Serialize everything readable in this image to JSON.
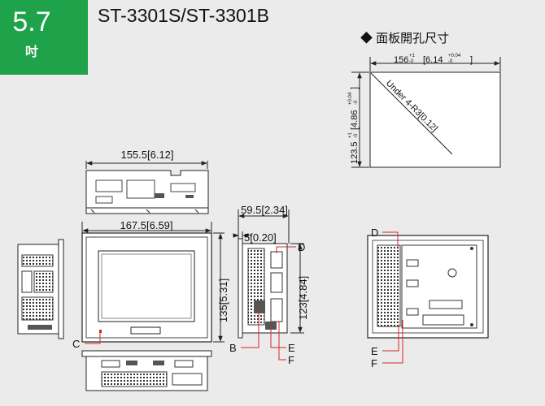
{
  "header": {
    "badge_size": "5.7",
    "badge_unit": "吋",
    "model": "ST-3301S/ST-3301B",
    "cutout_title": "◆ 面板開孔尺寸"
  },
  "dimensions": {
    "top_width": "155.5[6.12]",
    "front_width": "167.5[6.59]",
    "front_height": "135[5.31]",
    "side_depth": "59.5[2.34]",
    "side_thickness": "5[0.20]",
    "side_height": "123[4.84]",
    "cutout_width_base": "156",
    "cutout_width_tol": "+1",
    "cutout_width_tol2": "-0",
    "cutout_width_inch": "[6.14",
    "cutout_width_inch_tol": "+0.04",
    "cutout_width_inch_tol2": "-0",
    "cutout_height_base": "123.5",
    "cutout_height_tol": "+1",
    "cutout_height_tol2": "-0",
    "cutout_height_inch": "[4.86",
    "cutout_height_inch_tol": "+0.04",
    "cutout_height_inch_tol2": "-0",
    "corner_radius": "Under 4-R3[0.12]"
  },
  "callouts": {
    "b": "B",
    "c": "C",
    "d_side": "D",
    "e_side": "E",
    "f_side": "F",
    "d_rear": "D",
    "e_rear": "E",
    "f_rear": "F"
  },
  "colors": {
    "badge": "#1ea24a",
    "callout_line": "#d9252a",
    "drawing_line": "#222222"
  }
}
